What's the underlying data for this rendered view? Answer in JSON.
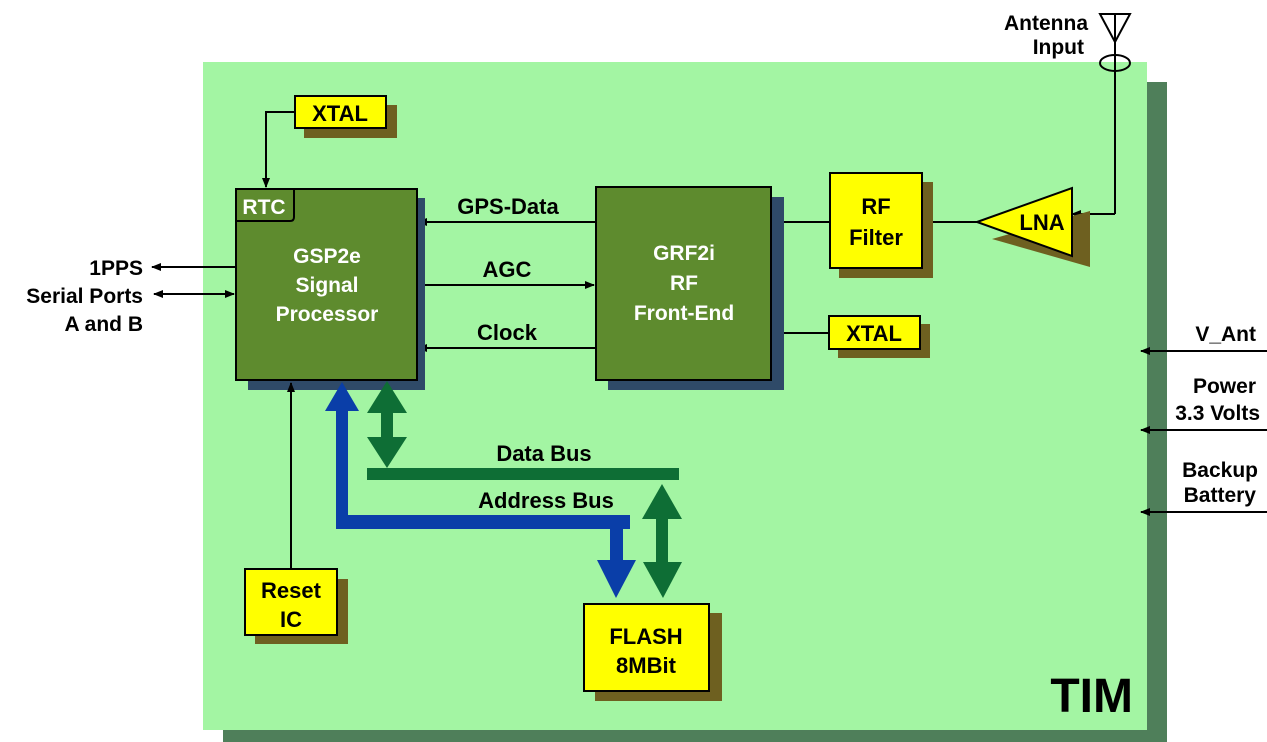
{
  "colors": {
    "board": "#a3f5a3",
    "board_shadow": "#4f7f5a",
    "block": "#5e8b2e",
    "block_shadow": "#2f4a68",
    "yellow": "#ffff00",
    "yellow_shadow": "#6e6020",
    "data_bus": "#0e6e35",
    "address_bus": "#0a3ea8"
  },
  "board_label": "TIM",
  "antenna": {
    "line1": "Antenna",
    "line2": "Input"
  },
  "blocks": {
    "processor": {
      "rtc": "RTC",
      "line1": "GSP2e",
      "line2": "Signal",
      "line3": "Processor"
    },
    "frontend": {
      "line1": "GRF2i",
      "line2": "RF",
      "line3": "Front-End"
    },
    "xtal_top": "XTAL",
    "xtal_right": "XTAL",
    "rf_filter": {
      "line1": "RF",
      "line2": "Filter"
    },
    "lna": "LNA",
    "reset": {
      "line1": "Reset",
      "line2": "IC"
    },
    "flash": {
      "line1": "FLASH",
      "line2": "8MBit"
    }
  },
  "signals": {
    "gps_data": "GPS-Data",
    "agc": "AGC",
    "clock": "Clock",
    "data_bus": "Data Bus",
    "address_bus": "Address Bus"
  },
  "left_io": {
    "pps": "1PPS",
    "serial1": "Serial Ports",
    "serial2": "A and B"
  },
  "right_io": {
    "v_ant": "V_Ant",
    "power1": "Power",
    "power2": "3.3 Volts",
    "backup1": "Backup",
    "backup2": "Battery"
  }
}
